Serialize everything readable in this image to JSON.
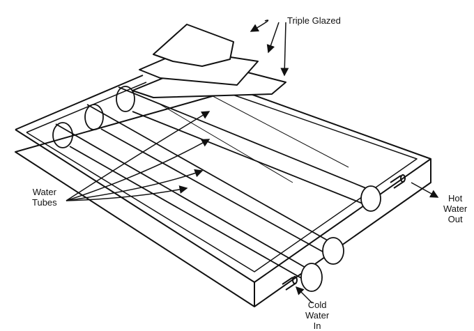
{
  "labels": {
    "triple_glazed": "Triple Glazed",
    "water_tubes_1": "Water",
    "water_tubes_2": "Tubes",
    "hot_1": "Hot",
    "hot_2": "Water",
    "hot_3": "Out",
    "cold_1": "Cold",
    "cold_2": "Water",
    "cold_3": "In"
  },
  "colors": {
    "line": "#111111",
    "background": "#ffffff"
  }
}
